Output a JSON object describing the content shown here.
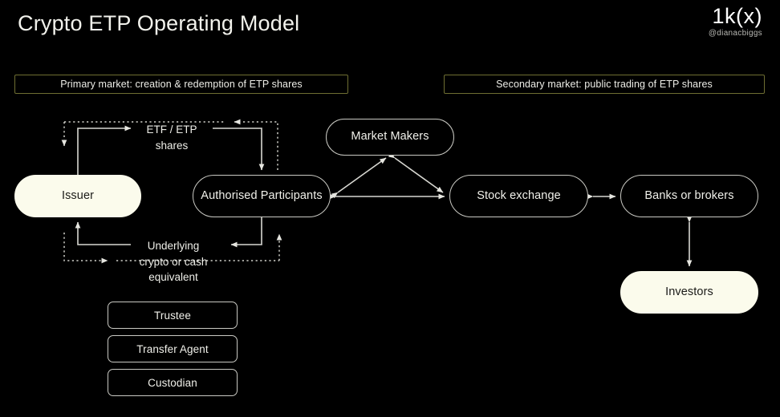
{
  "header": {
    "title": "Crypto ETP Operating Model",
    "brand_logo": "1k(x)",
    "brand_handle": "@dianacbiggs"
  },
  "bands": {
    "primary": "Primary market: creation & redemption of ETP shares",
    "secondary": "Secondary market: public trading of ETP shares"
  },
  "nodes": {
    "issuer": "Issuer",
    "authorised_participants": "Authorised\nParticipants",
    "market_makers": "Market Makers",
    "stock_exchange": "Stock exchange",
    "banks_or_brokers": "Banks or brokers",
    "investors": "Investors"
  },
  "flow_captions": {
    "shares": "ETF / ETP\nshares",
    "underlying": "Underlying\ncrypto or cash\nequivalent"
  },
  "service_providers": [
    {
      "label": "Trustee"
    },
    {
      "label": "Transfer Agent"
    },
    {
      "label": "Custodian"
    }
  ],
  "colors": {
    "background": "#000000",
    "text": "#f0f0ea",
    "node_fill": "#fbfbec",
    "node_stroke": "#c9c9c3",
    "band_border": "#6e6e32",
    "connector": "#d8d8d2"
  },
  "connectors": [
    {
      "from": "issuer",
      "to": "authorised_participants",
      "label": "ETF / ETP shares",
      "style": "solid",
      "direction": "one-way"
    },
    {
      "from": "authorised_participants",
      "to": "issuer",
      "label": "Underlying crypto or cash equivalent",
      "style": "solid",
      "direction": "one-way"
    },
    {
      "from": "authorised_participants",
      "to": "issuer",
      "style": "dotted",
      "direction": "one-way"
    },
    {
      "from": "issuer",
      "to": "authorised_participants",
      "style": "dotted",
      "direction": "one-way"
    },
    {
      "from": "authorised_participants",
      "to": "market_makers",
      "style": "solid",
      "direction": "two-way"
    },
    {
      "from": "market_makers",
      "to": "stock_exchange",
      "style": "solid",
      "direction": "two-way"
    },
    {
      "from": "authorised_participants",
      "to": "stock_exchange",
      "style": "solid",
      "direction": "two-way"
    },
    {
      "from": "stock_exchange",
      "to": "banks_or_brokers",
      "style": "solid",
      "direction": "two-way"
    },
    {
      "from": "banks_or_brokers",
      "to": "investors",
      "style": "solid",
      "direction": "two-way"
    }
  ]
}
